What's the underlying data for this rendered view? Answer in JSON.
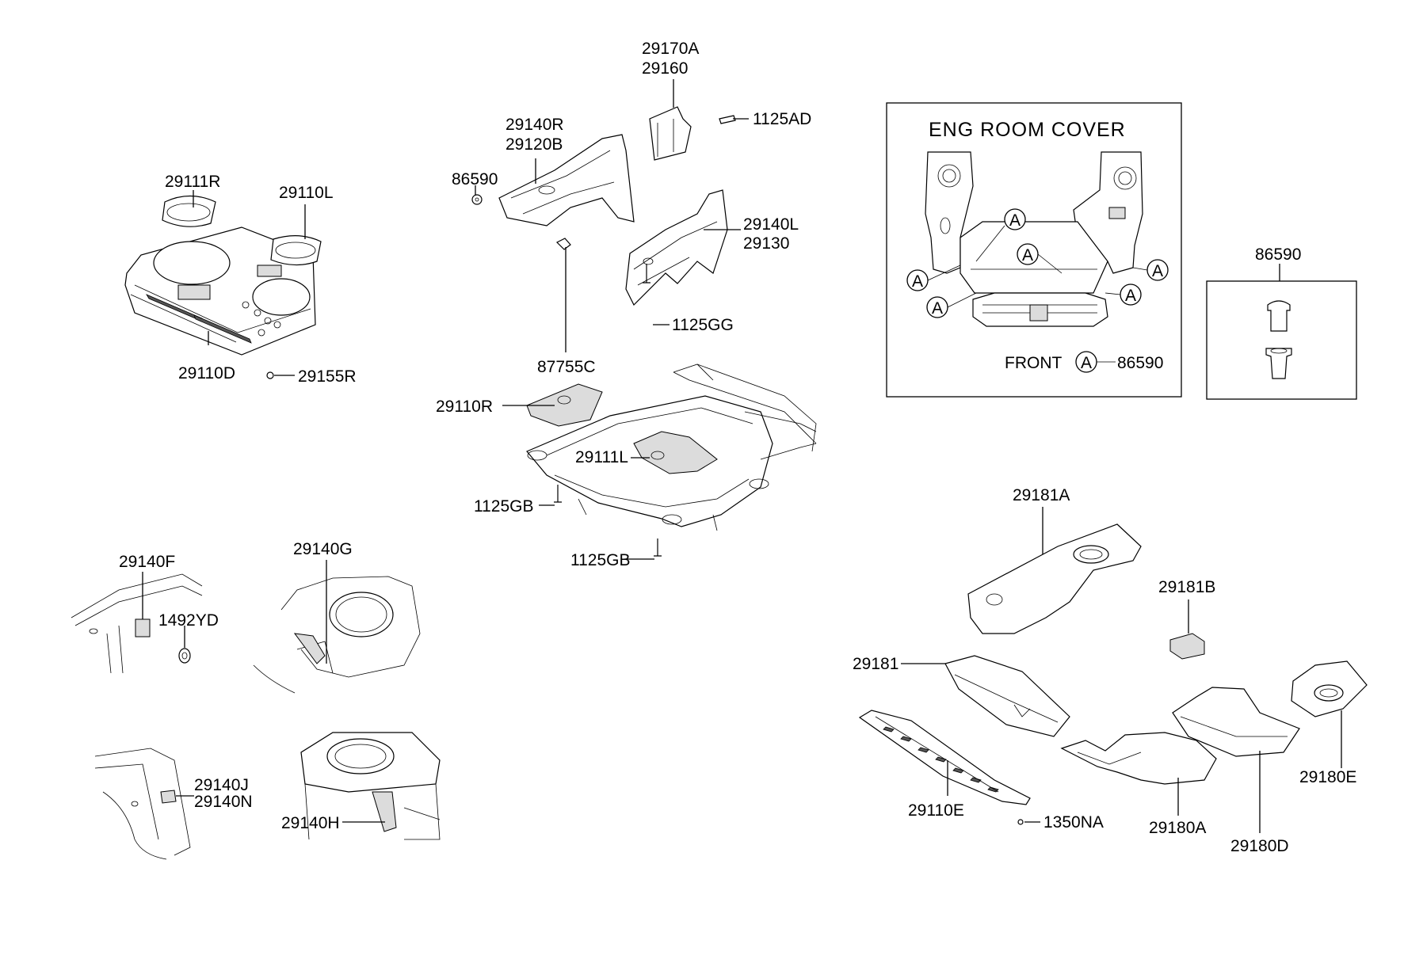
{
  "labels": {
    "p29170A": "29170A",
    "p29160": "29160",
    "p1125AD": "1125AD",
    "p29140R": "29140R",
    "p29120B": "29120B",
    "p86590a": "86590",
    "p29140L": "29140L",
    "p29130": "29130",
    "p1125GG": "1125GG",
    "p87755C": "87755C",
    "p29111R": "29111R",
    "p29110L": "29110L",
    "p29110D": "29110D",
    "p29155R": "29155R",
    "p29110R": "29110R",
    "p29111L": "29111L",
    "p1125GBa": "1125GB",
    "p1125GBb": "1125GB",
    "p29140F": "29140F",
    "p1492YD": "1492YD",
    "p29140G": "29140G",
    "p29140J": "29140J",
    "p29140N": "29140N",
    "p29140H": "29140H",
    "p86590b": "86590",
    "p29181A": "29181A",
    "p29181B": "29181B",
    "p29181": "29181",
    "p29110E": "29110E",
    "p1350NA": "1350NA",
    "p29180A": "29180A",
    "p29180D": "29180D",
    "p29180E": "29180E"
  },
  "inset": {
    "title": "ENG ROOM COVER",
    "marker": "A",
    "front_label": "FRONT",
    "front_part": "86590"
  }
}
